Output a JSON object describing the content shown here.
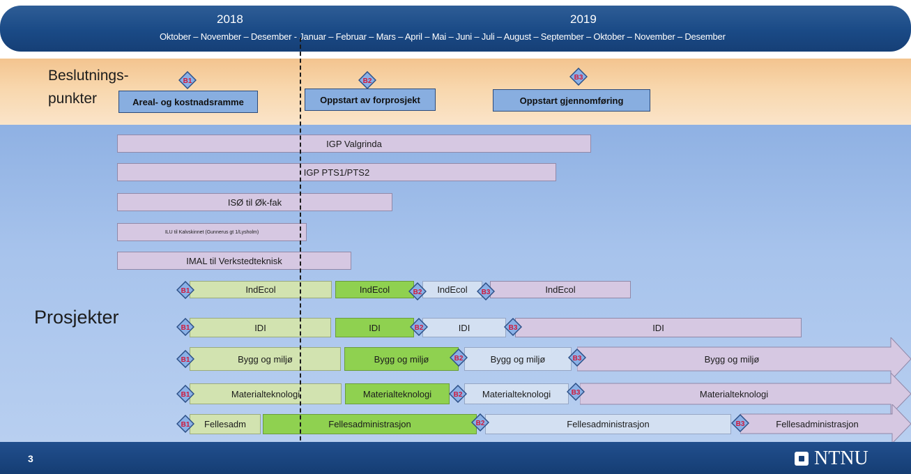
{
  "header": {
    "years": [
      "2018",
      "2019"
    ],
    "months": "Oktober – November – Desember - Januar – Februar – Mars –  April – Mai – Juni – Juli – August – September – Oktober – November – Desember"
  },
  "decision_section": {
    "label_line1": "Beslutnings-",
    "label_line2": "punkter",
    "boxes": [
      "Areal- og kostnadsramme",
      "Oppstart av forprosjekt",
      "Oppstart gjennomføring"
    ],
    "markers": [
      "B1",
      "B2",
      "B3"
    ]
  },
  "projects_section": {
    "label": "Prosjekter",
    "bars": [
      "IGP Valgrinda",
      "IGP PTS1/PTS2",
      "ISØ til Øk-fak",
      "ILU til Kalvskinnet (Gunnerus gt 1/Lysholm)",
      "IMAL til Verkstedteknisk"
    ],
    "rows": [
      {
        "segments": [
          "IndEcol",
          "IndEcol",
          "IndEcol",
          "IndEcol"
        ],
        "markers": [
          "B1",
          "B2",
          "B3"
        ]
      },
      {
        "segments": [
          "IDI",
          "IDI",
          "IDI",
          "IDI"
        ],
        "markers": [
          "B1",
          "B2",
          "B3"
        ]
      },
      {
        "segments": [
          "Bygg og miljø",
          "Bygg og miljø",
          "Bygg og miljø",
          "Bygg og miljø"
        ],
        "markers": [
          "B1",
          "B2",
          "B3"
        ]
      },
      {
        "segments": [
          "Materialteknologi",
          "Materialteknologi",
          "Materialteknologi",
          "Materialteknologi"
        ],
        "markers": [
          "B1",
          "B2",
          "B3"
        ]
      },
      {
        "segments": [
          "Fellesadm",
          "Fellesadministrasjon",
          "Fellesadministrasjon",
          "Fellesadministrasjon"
        ],
        "markers": [
          "B1",
          "B2",
          "B3"
        ]
      }
    ]
  },
  "footer": {
    "page_number": "3",
    "logo": "NTNU"
  },
  "colors": {
    "header": "#1a4a86",
    "decision_band": "#f8d7ad",
    "projects_band": "#a7c3ec",
    "bar_purple": "#d6c8e2",
    "bar_light_green": "#d2e3b0",
    "bar_green": "#8fd150",
    "bar_light_blue": "#d3e0f2",
    "marker_fill": "#8ab0e6",
    "marker_text": "#d0193b"
  }
}
